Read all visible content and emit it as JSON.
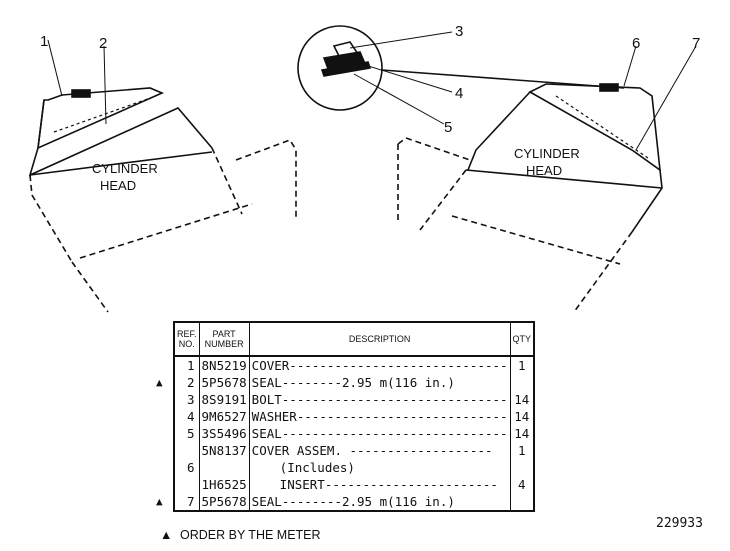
{
  "diagram": {
    "left_head_label": [
      "CYLINDER",
      "HEAD"
    ],
    "right_head_label": [
      "CYLINDER",
      "HEAD"
    ],
    "callouts": [
      "1",
      "2",
      "3",
      "4",
      "5",
      "6",
      "7"
    ]
  },
  "table": {
    "headers": {
      "ref": "REF. NO.",
      "part": "PART NUMBER",
      "desc": "DESCRIPTION",
      "qty": "QTY"
    },
    "rows": [
      {
        "ref": "1",
        "part": "8N5219",
        "desc": "COVER-----------------------------",
        "qty": "1",
        "marker": ""
      },
      {
        "ref": "2",
        "part": "5P5678",
        "desc": "SEAL--------2.95 m(116 in.)",
        "qty": "",
        "marker": "▲"
      },
      {
        "ref": "3",
        "part": "8S9191",
        "desc": "BOLT------------------------------",
        "qty": "14",
        "marker": ""
      },
      {
        "ref": "4",
        "part": "9M6527",
        "desc": "WASHER----------------------------",
        "qty": "14",
        "marker": ""
      },
      {
        "ref": "5",
        "part": "3S5496",
        "desc": "SEAL------------------------------",
        "qty": "14",
        "marker": ""
      },
      {
        "ref": "",
        "part": "5N8137",
        "desc": "COVER ASSEM. -------------------",
        "qty": "1",
        "marker": ""
      },
      {
        "ref": "6",
        "part": "",
        "desc": "(Includes)",
        "qty": "",
        "marker": ""
      },
      {
        "ref": "",
        "part": "1H6525",
        "desc": "INSERT-----------------------",
        "qty": "4",
        "marker": ""
      },
      {
        "ref": "7",
        "part": "5P5678",
        "desc": "SEAL--------2.95 m(116 in.)",
        "qty": "",
        "marker": "▲"
      }
    ]
  },
  "drawing_number": "229933",
  "footnote": {
    "symbol": "▲",
    "text": "ORDER BY THE METER"
  }
}
